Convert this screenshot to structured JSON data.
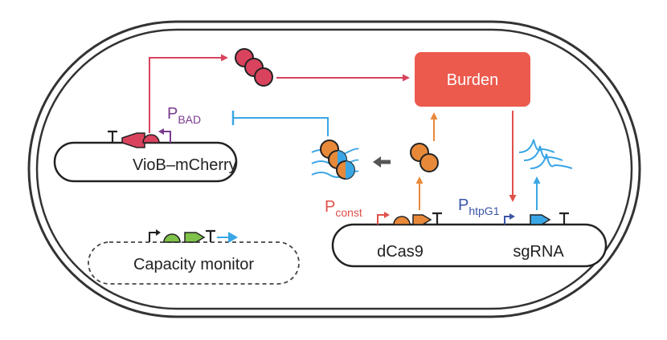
{
  "labels": {
    "burden": "Burden",
    "viob_plasmid": "VioB–mCherry",
    "dcas9_plasmid": "dCas9",
    "sgrna": "sgRNA",
    "capacity_monitor": "Capacity monitor"
  },
  "promoters": {
    "pbad": {
      "main": "P",
      "sub": "BAD"
    },
    "pconst": {
      "main": "P",
      "sub": "const"
    },
    "phtpg1": {
      "main": "P",
      "sub": "htpG1"
    }
  },
  "colors": {
    "mcherry_red": "#d9435d",
    "burden_box": "#ec5a4e",
    "dcas9_orange": "#e8893a",
    "sgrna_blue": "#3aa6e6",
    "monitor_green": "#7fc24a",
    "pbad_purple": "#7a3b8f",
    "pconst_red": "#e0504a",
    "phtpg1_blue": "#3a55a8",
    "outline": "#222222",
    "inhibition_arrow": "#555555"
  }
}
